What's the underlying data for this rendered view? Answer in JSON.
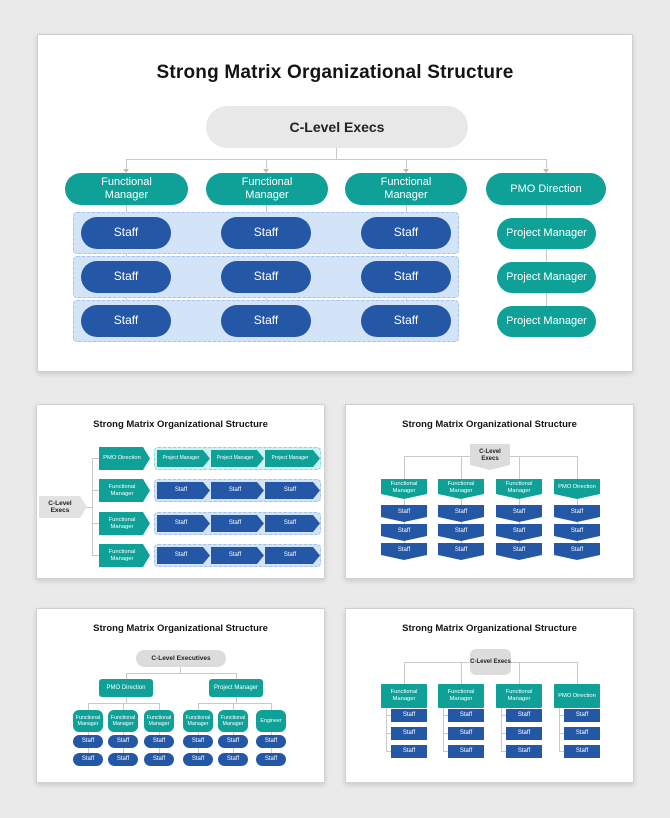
{
  "main_slide": {
    "title": "Strong Matrix Organizational Structure",
    "exec": "C-Level Execs",
    "managers": [
      "Functional Manager",
      "Functional Manager",
      "Functional Manager",
      "PMO Direction"
    ],
    "staff_label": "Staff",
    "project_manager_label": "Project Manager"
  },
  "thumb_flow": {
    "title": "Strong Matrix Organizational Structure",
    "exec": "C-Level Execs",
    "rows": [
      {
        "head": "PMO Direction",
        "item": "Project Manager"
      },
      {
        "head": "Functional Manager",
        "item": "Staff"
      },
      {
        "head": "Functional Manager",
        "item": "Staff"
      },
      {
        "head": "Functional Manager",
        "item": "Staff"
      }
    ]
  },
  "thumb_banner": {
    "title": "Strong Matrix Organizational Structure",
    "exec": "C-Level Execs",
    "managers": [
      "Functional Manager",
      "Functional Manager",
      "Functional Manager",
      "PMO Direction"
    ],
    "staff_label": "Staff"
  },
  "thumb_tree": {
    "title": "Strong Matrix Organizational Structure",
    "exec": "C-Level Executives",
    "level2": [
      "PMO Direction",
      "Project Manager"
    ],
    "level3": [
      "Functional Manager",
      "Functional Manager",
      "Functional Manager",
      "Functional Manager",
      "Functional Manager",
      "Engineer"
    ],
    "staff_label": "Staff"
  },
  "thumb_grid": {
    "title": "Strong Matrix Organizational Structure",
    "exec": "C-Level Execs",
    "managers": [
      "Functional Manager",
      "Functional Manager",
      "Functional Manager",
      "PMO Direction"
    ],
    "staff_label": "Staff"
  },
  "colors": {
    "teal": "#0FA198",
    "blue": "#2557A7",
    "light_blue_group": "#D4E4F8",
    "light_teal_group": "#CDF4F0",
    "gray_shape": "#E2E2E2",
    "connector": "#C9C9C9"
  }
}
